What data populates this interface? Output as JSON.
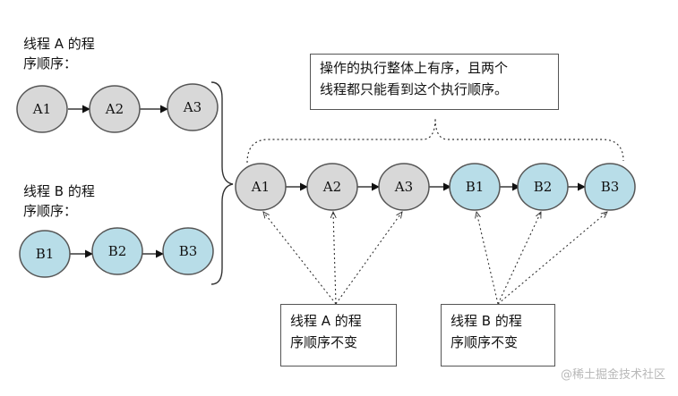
{
  "thread_a": {
    "caption_line1": "线程 A 的程",
    "caption_line2": "序顺序：",
    "nodes": [
      "A1",
      "A2",
      "A3"
    ]
  },
  "thread_b": {
    "caption_line1": "线程 B 的程",
    "caption_line2": "序顺序：",
    "nodes": [
      "B1",
      "B2",
      "B3"
    ]
  },
  "merged": {
    "note_line1": "操作的执行整体上有序，且两个",
    "note_line2": "线程都只能看到这个执行顺序。",
    "nodes": [
      "A1",
      "A2",
      "A3",
      "B1",
      "B2",
      "B3"
    ]
  },
  "order_boxes": {
    "a_line1": "线程 A 的程",
    "a_line2": "序顺序不变",
    "b_line1": "线程 B 的程",
    "b_line2": "序顺序不变"
  },
  "watermark": "@稀土掘金技术社区",
  "colors": {
    "thread_a_fill": "#d8d8d8",
    "thread_b_fill": "#b8dde8",
    "stroke": "#555555"
  }
}
